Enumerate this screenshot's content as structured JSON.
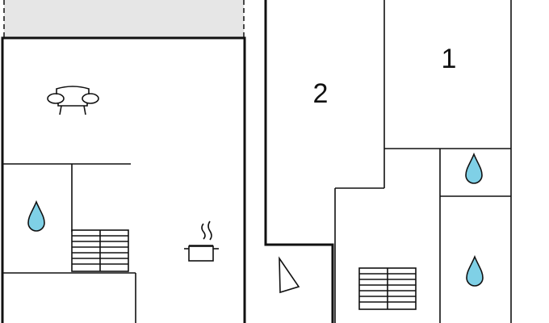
{
  "floorplan": {
    "room_labels": [
      {
        "id": "room-1",
        "text": "1"
      },
      {
        "id": "room-2",
        "text": "2"
      }
    ],
    "icons": [
      "armchair-icon",
      "water-drop-icon",
      "cooking-pot-icon",
      "radiator-icon",
      "stairs-icon"
    ],
    "colors": {
      "wall": "#111111",
      "terrace": "#e6e6e6",
      "water": "#7fd0e6"
    }
  }
}
